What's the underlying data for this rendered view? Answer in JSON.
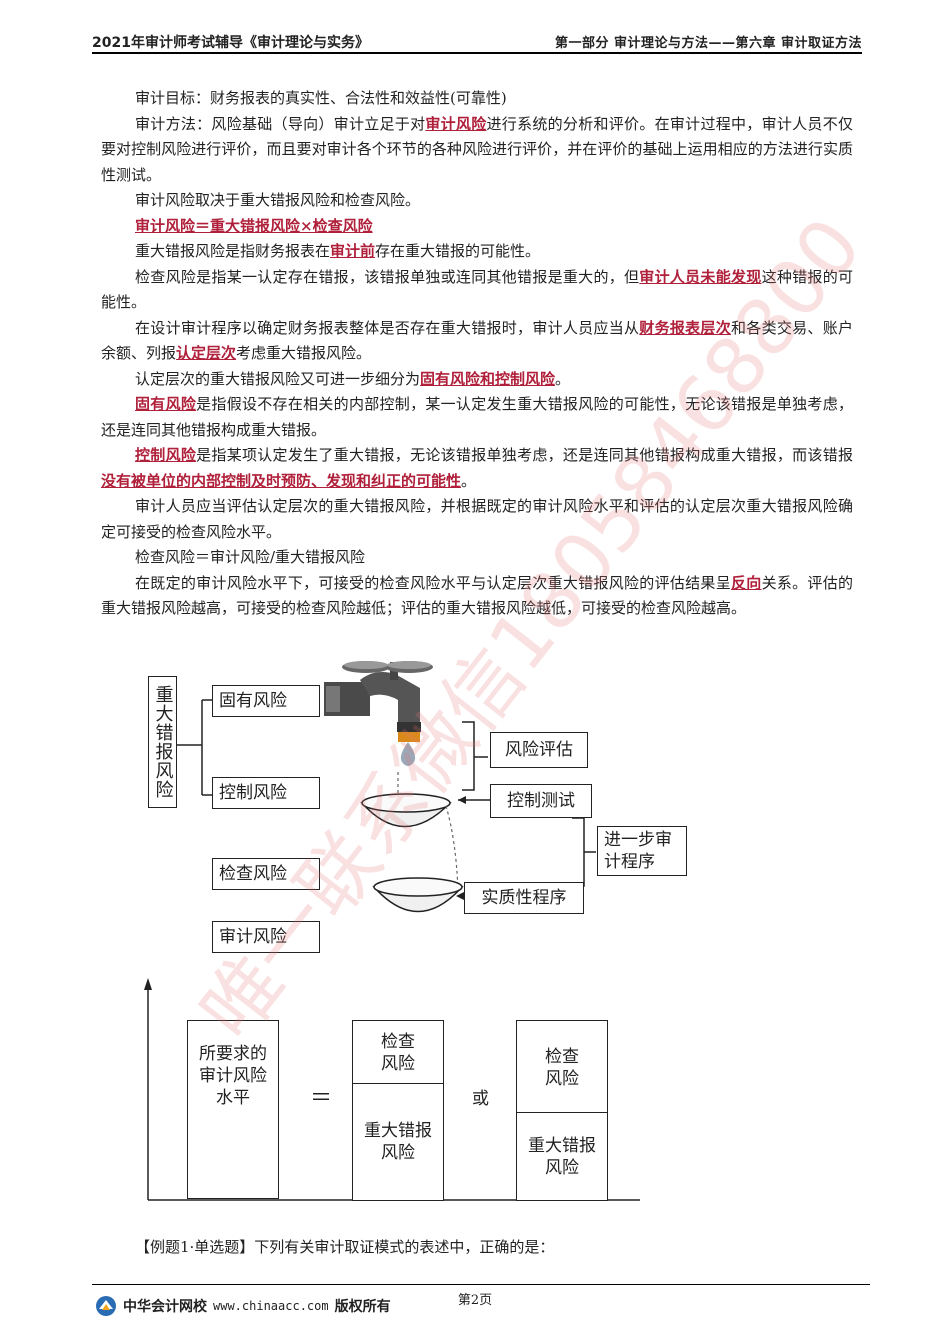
{
  "header": {
    "left": "2021年审计师考试辅导《审计理论与实务》",
    "right": "第一部分  审计理论与方法——第六章  审计取证方法"
  },
  "paragraphs": {
    "p1": "审计目标：财务报表的真实性、合法性和效益性(可靠性)",
    "p2_a": "审计方法：风险基础（导向）审计立足于对",
    "p2_k": "审计风险",
    "p2_b": "进行系统的分析和评价。在审计过程中，审计人员不仅要对控制风险进行评价，而且要对审计各个环节的各种风险进行评价，并在评价的基础上运用相应的方法进行实质性测试。",
    "p3": "审计风险取决于重大错报风险和检查风险。",
    "p4": "审计风险＝重大错报风险×检查风险",
    "p5_a": "重大错报风险是指财务报表在",
    "p5_k": "审计前",
    "p5_b": "存在重大错报的可能性。",
    "p6_a": "检查风险是指某一认定存在错报，该错报单独或连同其他错报是重大的，但",
    "p6_k": "审计人员未能发现",
    "p6_b": "这种错报的可能性。",
    "p7_a": "在设计审计程序以确定财务报表整体是否存在重大错报时，审计人员应当从",
    "p7_k1": "财务报表层次",
    "p7_b": "和各类交易、账户余额、列报",
    "p7_k2": "认定层次",
    "p7_c": "考虑重大错报风险。",
    "p8_a": "认定层次的重大错报风险又可进一步细分为",
    "p8_k": "固有风险和控制风险",
    "p8_b": "。",
    "p9_k": "固有风险",
    "p9_b": "是指假设不存在相关的内部控制，某一认定发生重大错报风险的可能性，无论该错报是单独考虑，还是连同其他错报构成重大错报。",
    "p10_k": "控制风险",
    "p10_b": "是指某项认定发生了重大错报，无论该错报单独考虑，还是连同其他错报构成重大错报，而该错报",
    "p10_k2": "没有被单位的内部控制及时预防、发现和纠正的可能性",
    "p10_c": "。",
    "p11": "审计人员应当评估认定层次的重大错报风险，并根据既定的审计风险水平和评估的认定层次重大错报风险确定可接受的检查风险水平。",
    "p12": "检查风险＝审计风险/重大错报风险",
    "p13_a": "在既定的审计风险水平下，可接受的检查风险水平与认定层次重大错报风险的评估结果呈",
    "p13_k": "反向",
    "p13_b": "关系。评估的重大错报风险越高，可接受的检查风险越低；评估的重大错报风险越低，可接受的检查风险越高。"
  },
  "diagram1": {
    "vertical_label": "重大错报风险",
    "inherent": "固有风险",
    "control": "控制风险",
    "detection": "检查风险",
    "audit": "审计风险",
    "risk_assessment": "风险评估",
    "control_test": "控制测试",
    "further": "进一步审计程序",
    "substantive": "实质性程序"
  },
  "diagram2": {
    "required": "所要求的审计风险水平",
    "equals": "＝",
    "or": "或",
    "detection1": "检查风险",
    "material1": "重大错报风险",
    "detection2": "检查风险",
    "material2": "重大错报风险"
  },
  "example": "【例题1·单选题】下列有关审计取证模式的表述中，正确的是：",
  "watermark": "唯一联系微信18058468800",
  "footer": {
    "brand": "中华会计网校",
    "url": "www.chinaacc.com",
    "rights": "版权所有",
    "page": "第2页"
  }
}
